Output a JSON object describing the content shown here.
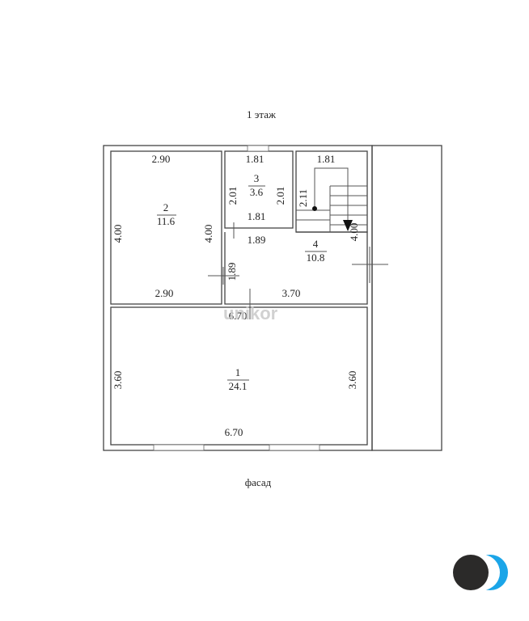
{
  "title": "1 этаж",
  "facade_label": "фасад",
  "watermark": {
    "brand": "unikor",
    "colors": {
      "dark": "#2b2a29",
      "accent": "#1ba5e8"
    }
  },
  "rooms": [
    {
      "number": "1",
      "area": "24.1"
    },
    {
      "number": "2",
      "area": "11.6"
    },
    {
      "number": "3",
      "area": "3.6"
    },
    {
      "number": "4",
      "area": "10.8"
    }
  ],
  "dimensions": {
    "room2_top": "2.90",
    "room2_bottom": "2.90",
    "room2_left": "4.00",
    "room2_right": "4.00",
    "room3_top": "1.81",
    "room3_bottom": "1.81",
    "room3_left": "2.01",
    "room3_right": "2.01",
    "stair_top": "1.81",
    "stair_side": "2.11",
    "room4_top": "1.89",
    "room4_left": "1.89",
    "room4_bottom": "3.70",
    "room4_right": "4.00",
    "room1_top": "6.70",
    "room1_bottom": "6.70",
    "room1_left": "3.60",
    "room1_right": "3.60"
  }
}
